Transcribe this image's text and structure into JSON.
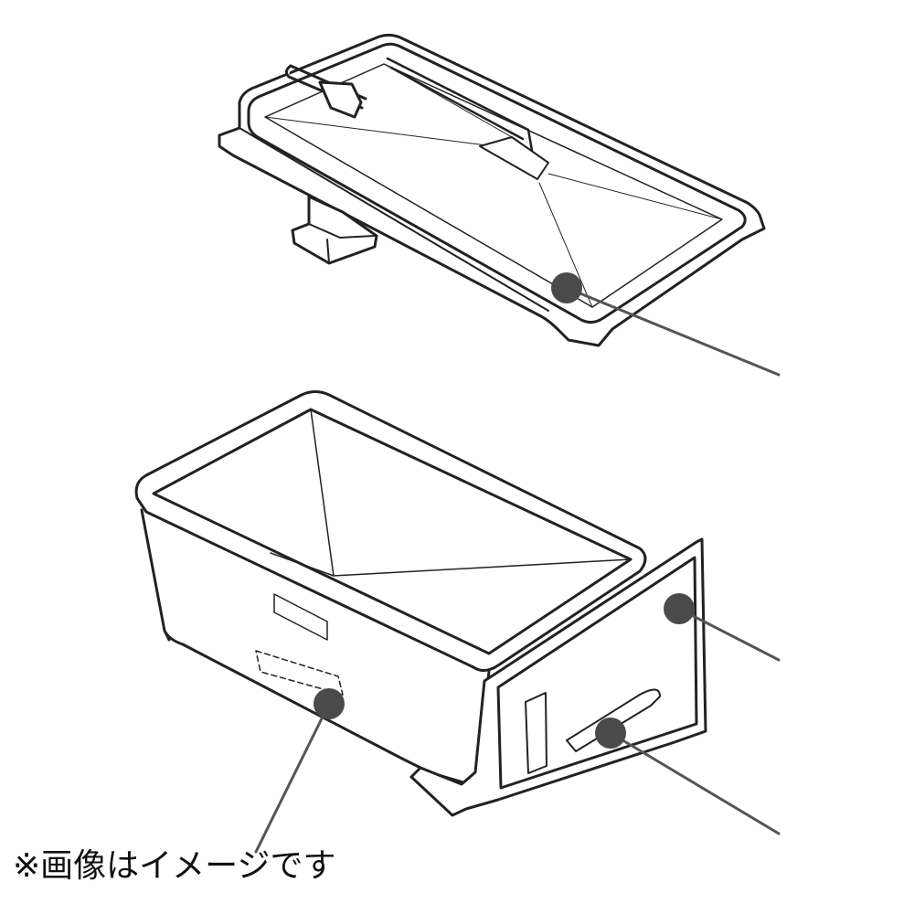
{
  "caption": "※画像はイメージです",
  "colors": {
    "line": "#222222",
    "callout": "#555555",
    "dot": "#4a4a4a"
  },
  "callouts": [
    {
      "part": "lid"
    },
    {
      "part": "drawer-front"
    },
    {
      "part": "handle"
    },
    {
      "part": "box-side-slot"
    }
  ]
}
